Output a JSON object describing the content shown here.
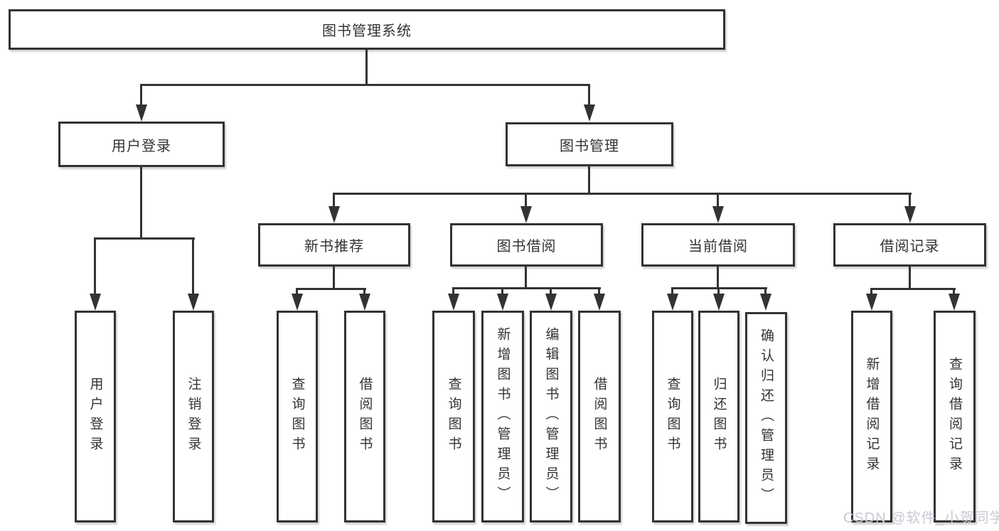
{
  "tree": {
    "root": {
      "label": "图书管理系统",
      "children": [
        {
          "label": "用户登录",
          "children": [
            {
              "label": "用户登录"
            },
            {
              "label": "注销登录"
            }
          ]
        },
        {
          "label": "图书管理",
          "children": [
            {
              "label": "新书推荐",
              "children": [
                {
                  "label": "查询图书"
                },
                {
                  "label": "借阅图书"
                }
              ]
            },
            {
              "label": "图书借阅",
              "children": [
                {
                  "label": "查询图书"
                },
                {
                  "label": "新增图书（管理员）"
                },
                {
                  "label": "编辑图书（管理员）"
                },
                {
                  "label": "借阅图书"
                }
              ]
            },
            {
              "label": "当前借阅",
              "children": [
                {
                  "label": "查询图书"
                },
                {
                  "label": "归还图书"
                },
                {
                  "label": "确认归还（管理员）"
                }
              ]
            },
            {
              "label": "借阅记录",
              "children": [
                {
                  "label": "新增借阅记录"
                },
                {
                  "label": "查询借阅记录"
                }
              ]
            }
          ]
        }
      ]
    }
  },
  "watermark": {
    "text": "CSDN @软件_小贺同学"
  },
  "colors": {
    "line": "#333333",
    "text": "#333333",
    "box_background": "#ffffff",
    "watermark": "#c8c9d4"
  }
}
